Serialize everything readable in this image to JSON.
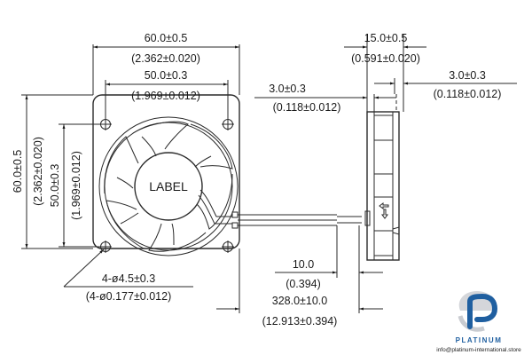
{
  "drawing": {
    "title": "60mm axial fan dimension drawing",
    "fan_label": "LABEL",
    "dimensions": {
      "overall_width": {
        "mm": "60.0±0.5",
        "inch": "(2.362±0.020)"
      },
      "hole_spacing_width": {
        "mm": "50.0±0.3",
        "inch": "(1.969±0.012)"
      },
      "overall_height": {
        "mm": "60.0±0.5",
        "inch": "(2.362±0.020)"
      },
      "hole_spacing_height": {
        "mm": "50.0±0.3",
        "inch": "(1.969±0.012)"
      },
      "depth": {
        "mm": "15.0±0.5",
        "inch": "(0.591±0.020)"
      },
      "flange_left": {
        "mm": "3.0±0.3",
        "inch": "(0.118±0.012)"
      },
      "flange_right": {
        "mm": "3.0±0.3",
        "inch": "(0.118±0.012)"
      },
      "mount_holes": {
        "mm": "4-ø4.5±0.3",
        "inch": "(4-ø0.177±0.012)"
      },
      "wire_strip": {
        "mm": "10.0",
        "inch": "(0.394)"
      },
      "wire_length": {
        "mm": "328.0±10.0",
        "inch": "(12.913±0.394)"
      }
    },
    "colors": {
      "line": "#2a2a2a",
      "text": "#1a1a1a"
    }
  },
  "logo": {
    "brand": "PLATINUM",
    "email": "info@platinum-international.store",
    "colors": {
      "primary": "#1f5fa0",
      "secondary": "#c9ccd1"
    }
  }
}
